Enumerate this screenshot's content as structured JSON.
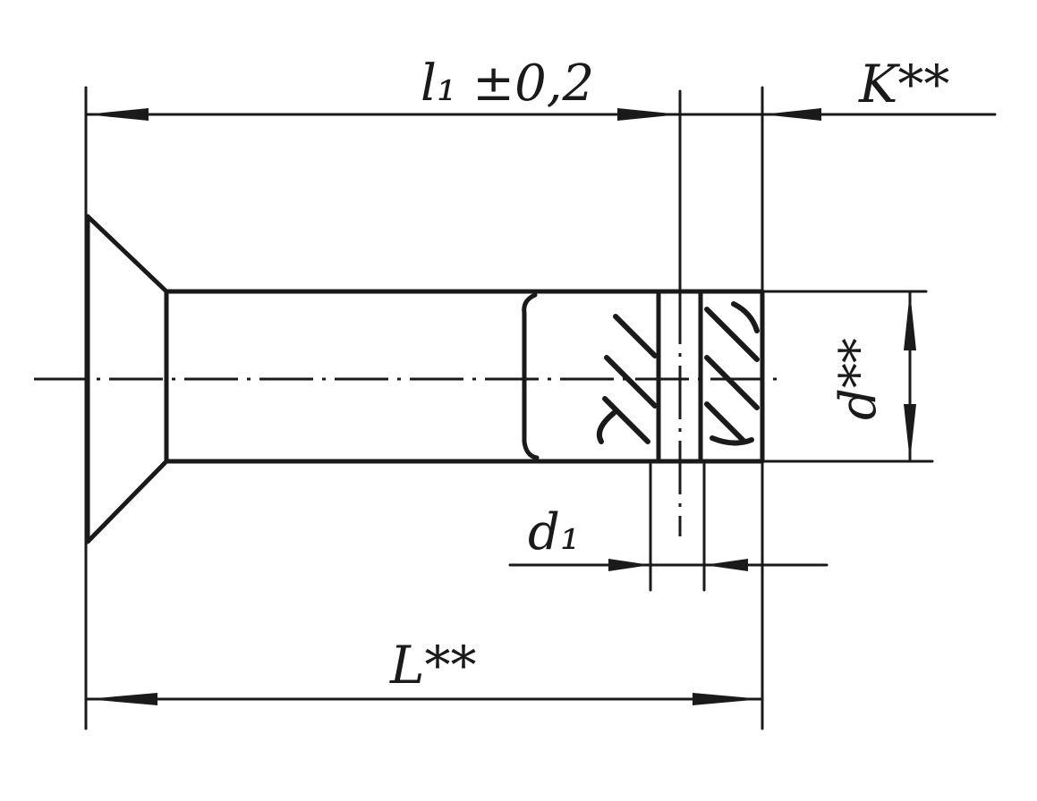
{
  "labels": {
    "l1_dimension": "l₁ ±0,2",
    "k_dimension": "K**",
    "d_dimension": "d**",
    "d1_dimension": "d₁",
    "L_dimension": "L**"
  }
}
